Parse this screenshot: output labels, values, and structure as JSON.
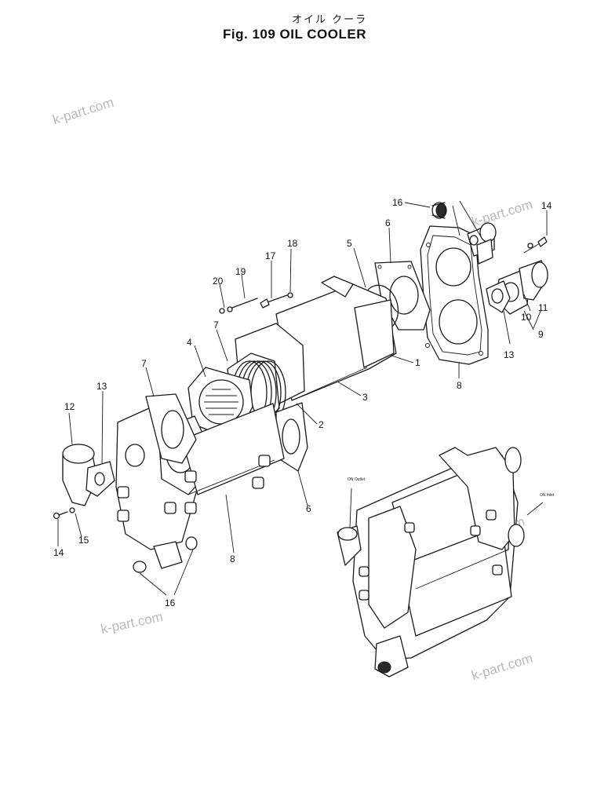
{
  "figure": {
    "title_jp": "オイル クーラ",
    "title": "Fig. 109 OIL COOLER"
  },
  "watermarks": [
    "k-part.com",
    "k-part.com",
    "k-part.com",
    "k-part.com",
    "k-part.com"
  ],
  "callouts": {
    "c1": "1",
    "c2": "2",
    "c3": "3",
    "c4": "4",
    "c5": "5",
    "c6a": "6",
    "c6b": "6",
    "c7a": "7",
    "c7b": "7",
    "c8a": "8",
    "c8b": "8",
    "c9": "9",
    "c10": "10",
    "c11": "11",
    "c12": "12",
    "c13a": "13",
    "c13b": "13",
    "c14a": "14",
    "c14b": "14",
    "c15": "15",
    "c16a": "16",
    "c16b": "16",
    "c17": "17",
    "c18": "18",
    "c19": "19",
    "c20": "20"
  },
  "assembly_labels": {
    "outlet": "ON\nOutlet",
    "inlet": "ON\nInlet"
  }
}
